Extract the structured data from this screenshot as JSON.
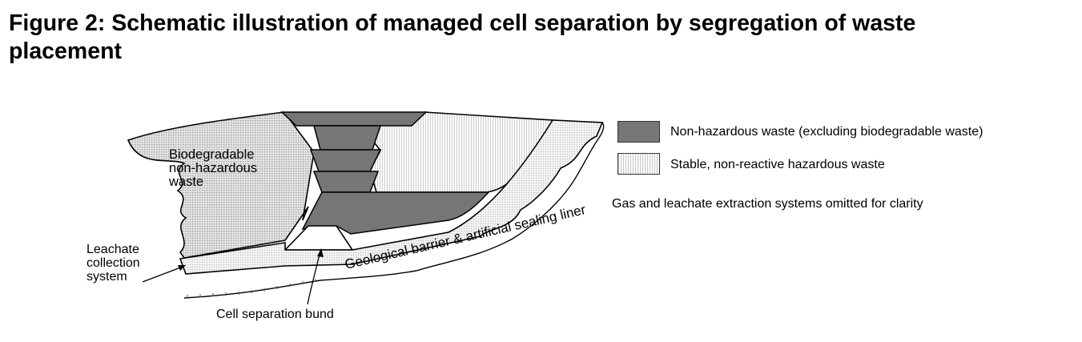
{
  "figure": {
    "title": "Figure 2: Schematic illustration of managed cell separation by segregation of waste placement"
  },
  "diagram": {
    "labels": {
      "biodegradable": "Biodegradable non-hazardous waste",
      "leachate": "Leachate collection system",
      "bund": "Cell separation bund",
      "barrier": "Geological barrier & artificial sealing liner"
    },
    "legend": {
      "items": [
        {
          "label": "Non-hazardous waste (excluding biodegradable waste)",
          "color": "#767676"
        },
        {
          "label": "Stable, non-reactive hazardous waste",
          "color": "#f4f4f4"
        }
      ],
      "note": "Gas and leachate extraction systems omitted for clarity"
    },
    "colors": {
      "biodegradable_fill": "#d9d9d9",
      "non_hazardous_fill": "#767676",
      "liner_fill": "#ebebeb",
      "outline": "#000000"
    }
  }
}
